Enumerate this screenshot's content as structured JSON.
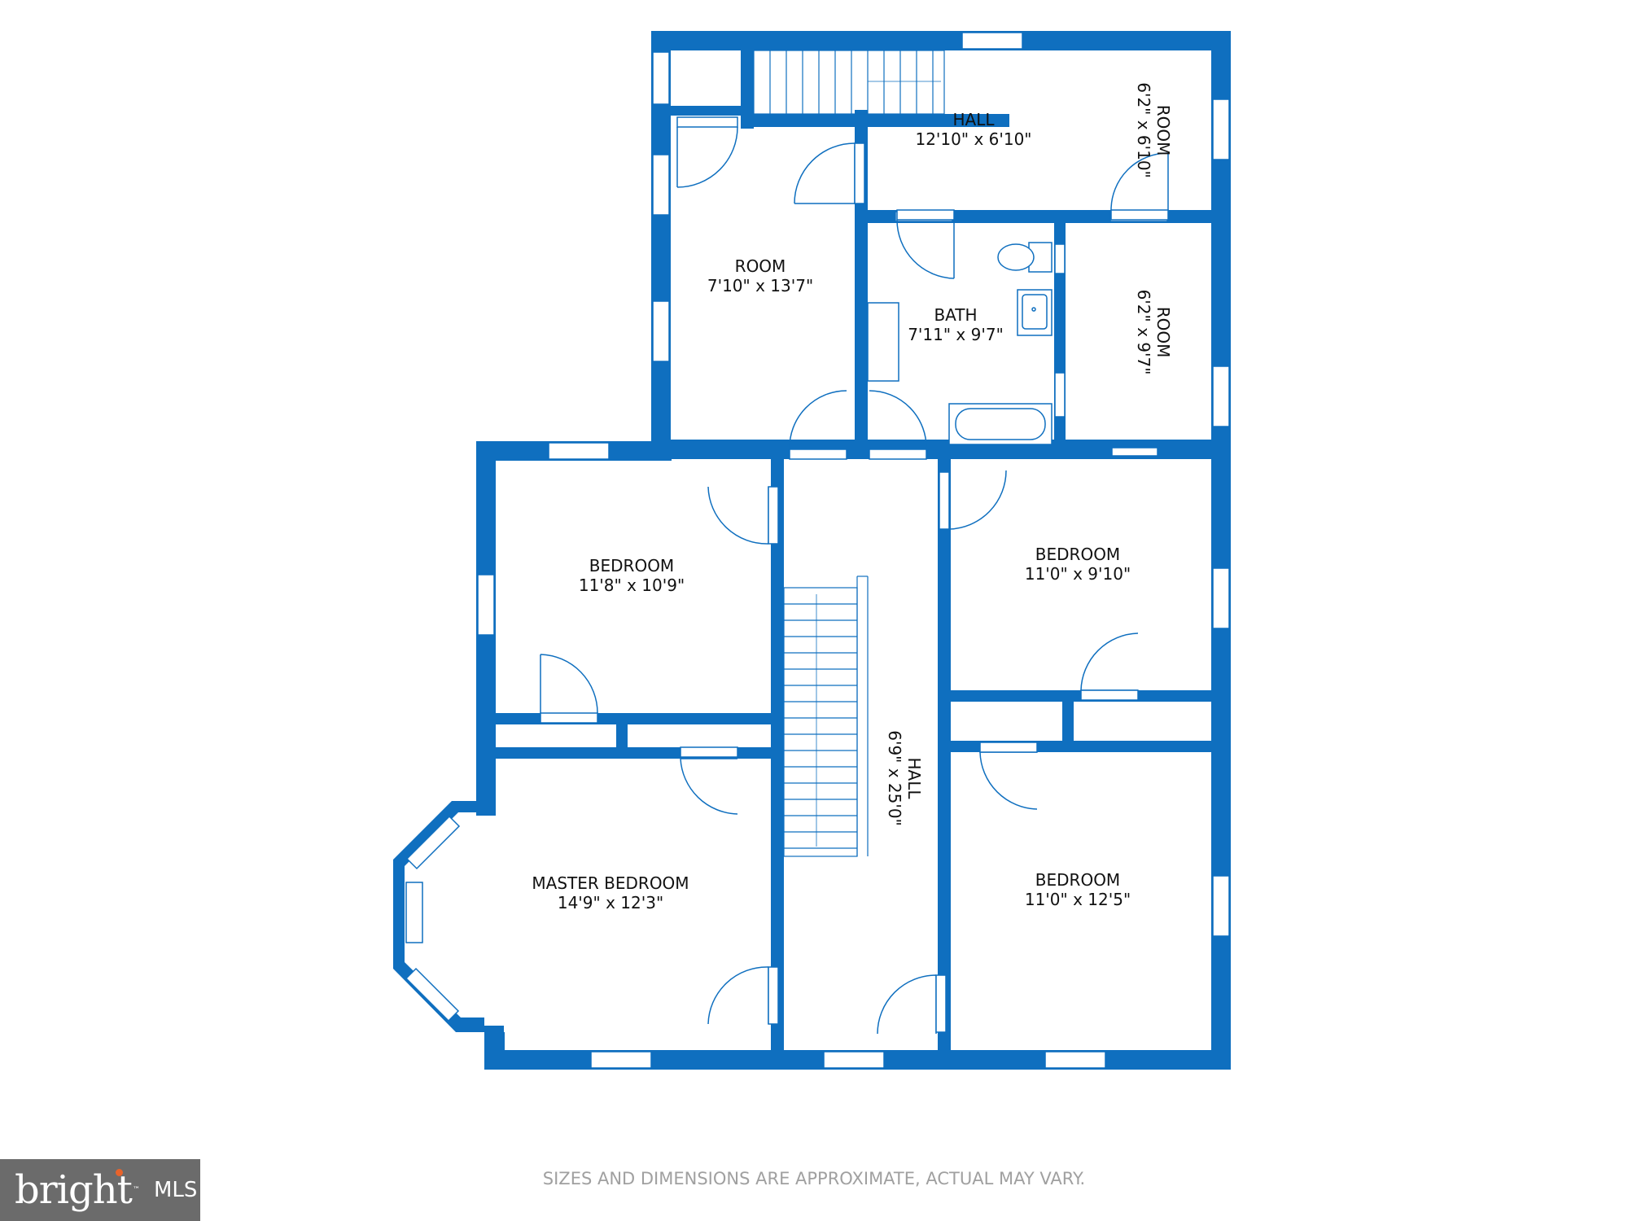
{
  "rooms": [
    {
      "id": "hall-top",
      "name": "HALL",
      "dims": "12'10\" x 6'10\""
    },
    {
      "id": "room-top-right",
      "name": "ROOM",
      "dims": "6'2\" x 6'10\""
    },
    {
      "id": "room-left",
      "name": "ROOM",
      "dims": "7'10\" x 13'7\""
    },
    {
      "id": "bath",
      "name": "BATH",
      "dims": "7'11\" x 9'7\""
    },
    {
      "id": "room-right",
      "name": "ROOM",
      "dims": "6'2\" x 9'7\""
    },
    {
      "id": "bedroom-left",
      "name": "BEDROOM",
      "dims": "11'8\" x 10'9\""
    },
    {
      "id": "bedroom-right",
      "name": "BEDROOM",
      "dims": "11'0\" x 9'10\""
    },
    {
      "id": "hall-center",
      "name": "HALL",
      "dims": "6'9\" x 25'0\""
    },
    {
      "id": "master-bedroom",
      "name": "MASTER BEDROOM",
      "dims": "14'9\" x 12'3\""
    },
    {
      "id": "bedroom-bottom-right",
      "name": "BEDROOM",
      "dims": "11'0\" x 12'5\""
    }
  ],
  "disclaimer": "SIZES AND DIMENSIONS ARE APPROXIMATE, ACTUAL MAY VARY.",
  "logo": {
    "word": "bright",
    "tm": "™",
    "suffix": "MLS"
  },
  "colors": {
    "wall": "#0f6fbf",
    "window": "#ffffff",
    "fixture": "#0f6fbf",
    "logo_bg": "#6b6b6b",
    "logo_accent": "#e8632b"
  }
}
